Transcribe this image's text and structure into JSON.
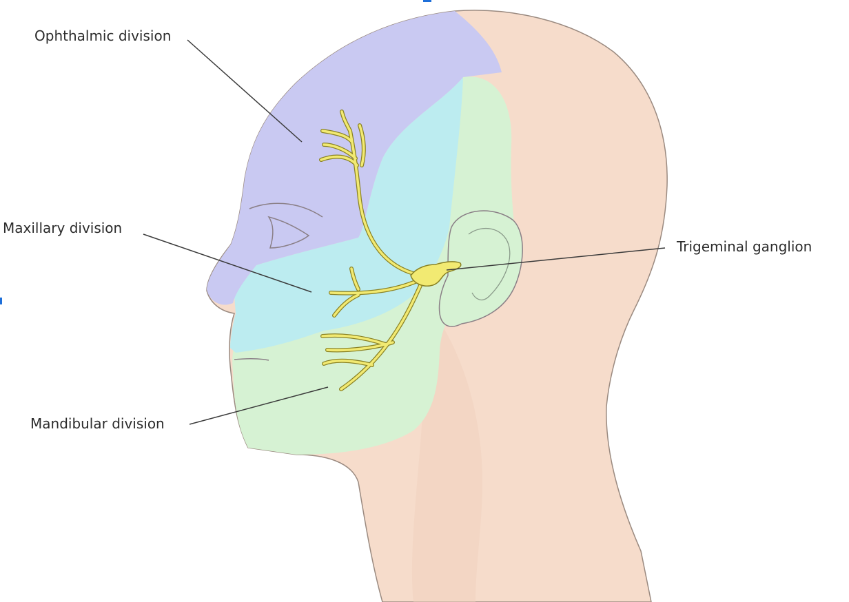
{
  "labels": {
    "ophthalmic": "Ophthalmic division",
    "maxillary": "Maxillary division",
    "trigeminal_ganglion": "Trigeminal ganglion",
    "mandibular": "Mandibular division"
  },
  "colors": {
    "ophthalmic_region": "#c9c9f2",
    "maxillary_region": "#bcecf0",
    "mandibular_region": "#d6f2d3",
    "skin": "#f6dccb",
    "nerve": "#f2ea72",
    "nerve_outline": "#8a8224",
    "leader_line": "#3a3a3a"
  }
}
